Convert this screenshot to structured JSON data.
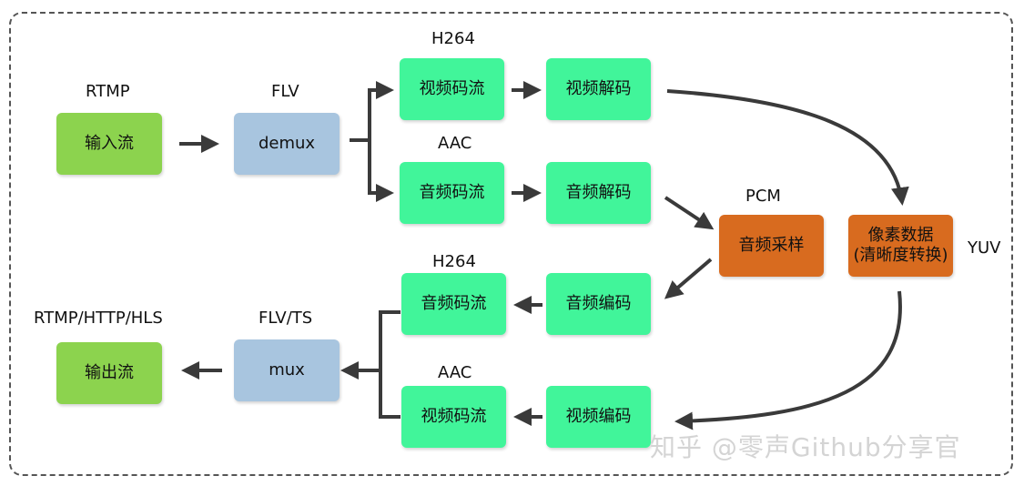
{
  "labels": {
    "rtmp": "RTMP",
    "flv": "FLV",
    "h264_top": "H264",
    "aac_top": "AAC",
    "pcm": "PCM",
    "yuv": "YUV",
    "h264_bottom": "H264",
    "rtmp_http_hls": "RTMP/HTTP/HLS",
    "flv_ts": "FLV/TS",
    "aac_bottom": "AAC"
  },
  "boxes": {
    "input_stream": "输入流",
    "demux": "demux",
    "video_stream_in": "视频码流",
    "video_decode": "视频解码",
    "audio_stream_in": "音频码流",
    "audio_decode": "音频解码",
    "audio_sampling": "音频采样",
    "pixel_data": "像素数据\n(清晰度转换)",
    "audio_stream_out": "音频码流",
    "audio_encode": "音频编码",
    "output_stream": "输出流",
    "mux": "mux",
    "video_stream_out": "视频码流",
    "video_encode": "视频编码"
  },
  "watermark": "知乎 @零声Github分享官",
  "colors": {
    "green": "#8cd34e",
    "blue": "#a8c5df",
    "mint": "#41f59a",
    "orange": "#d86b1f",
    "arrow": "#3a3a3a"
  }
}
